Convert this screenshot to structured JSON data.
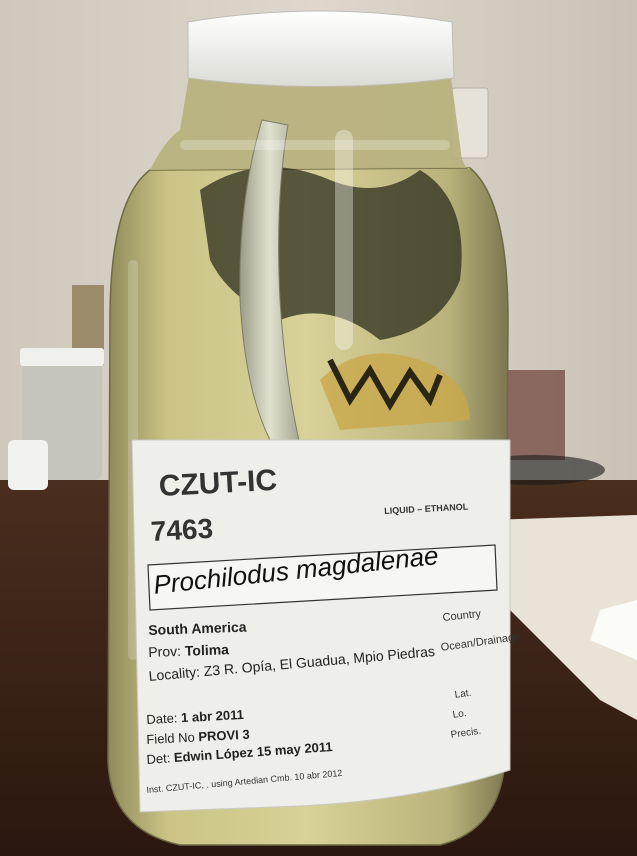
{
  "label": {
    "collection": "CZUT-IC",
    "catalog_number": "7463",
    "preservative": "LIQUID – ETHANOL",
    "species": "Prochilodus magdalenae",
    "continent": "South America",
    "country_prefix": "Country",
    "ocean_prefix": "Ocean/Drainage",
    "prov_prefix": "Prov:",
    "prov_value": "Tolima",
    "locality_prefix": "Locality:",
    "locality_value": "Z3 R. Opía, El Guadua, Mpio Piedras",
    "date_prefix": "Date:",
    "date_value": "1 abr 2011",
    "field_prefix": "Field No",
    "field_value": "PROVI 3",
    "det_prefix": "Det:",
    "det_value": "Edwin López",
    "det_date": "15 may 2011",
    "institution": "Inst. CZUT-IC, . using Artedian Cmb. 10 abr 2012",
    "right_lat": "Lat.",
    "right_lon": "Lo.",
    "right_prec": "Precis."
  },
  "colors": {
    "wall": "#d9d3c8",
    "table": "#3a2418",
    "lid": "#f2f2ef",
    "liquid": "#cfc98a",
    "label_paper": "#eeeeea"
  }
}
